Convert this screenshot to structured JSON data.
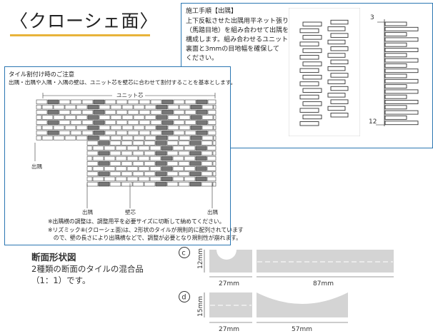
{
  "page_title": "〈クローシェ面〉",
  "construction": {
    "heading": "施工手順【出隅】",
    "lines": [
      "上下反転させた出隅用平ネット張り",
      "（馬踏目地）を組み合わせて出隅を",
      "構成します。組み合わせるユニット",
      "裏面と3mmの目地幅を確保して",
      "ください。"
    ],
    "dim_top": "3",
    "dim_bottom": "12"
  },
  "tile_layout": {
    "heading": "タイル割付け時のご注意",
    "subheading": "出隅・出隅や入隅・入隅の壁は、ユニット芯を壁芯に合わせて割付することを基本とします。",
    "unit_core_label": "ユニット芯",
    "label_corner_left": "出隅",
    "label_corner_bottom_left": "出隅",
    "label_wall_core": "壁芯",
    "label_corner_bottom_right": "出隅",
    "notes": [
      "※出隅横の調整は、調整用平を必要サイズに切断して納めてください。",
      "※リズミック⑧(クローシェ面)は、2形状のタイルが規則的に配列されています",
      "　ので、壁の長さにより出隅横などで、調整が必要となり規則性が崩れます。"
    ]
  },
  "cross_section": {
    "heading": "断面形状図",
    "description_lines": [
      "2種類の断面のタイルの混合品",
      "（1：1）です。"
    ],
    "c": {
      "marker": "c",
      "height": "12mm",
      "w1": "27mm",
      "w2": "87mm"
    },
    "d": {
      "marker": "d",
      "height": "15mm",
      "w1": "27mm",
      "w2": "57mm"
    }
  },
  "colors": {
    "panel_border": "#2b77b2",
    "title_underline": "#e8b33a",
    "tile_section": "#d4d4d4"
  }
}
